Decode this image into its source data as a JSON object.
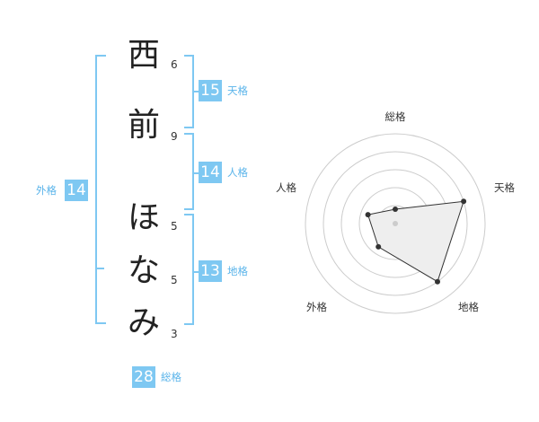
{
  "name": {
    "chars": [
      "西",
      "前",
      "ほ",
      "な",
      "み"
    ],
    "strokes": [
      "6",
      "9",
      "5",
      "5",
      "3"
    ]
  },
  "scores": {
    "tenkaku": {
      "value": "15",
      "label": "天格"
    },
    "jinkaku": {
      "value": "14",
      "label": "人格"
    },
    "chikaku": {
      "value": "13",
      "label": "地格"
    },
    "gaikaku": {
      "value": "14",
      "label": "外格"
    },
    "soukaku": {
      "value": "28",
      "label": "総格"
    }
  },
  "radar": {
    "axes": [
      "総格",
      "天格",
      "地格",
      "外格",
      "人格"
    ],
    "levels": [
      1,
      5,
      5,
      2,
      2
    ],
    "max": 5,
    "colors": {
      "fill": "#eeeeee",
      "stroke": "#333333",
      "grid": "#cccccc"
    }
  },
  "colors": {
    "accent": "#7ec8f2",
    "label": "#5ab4ea"
  }
}
